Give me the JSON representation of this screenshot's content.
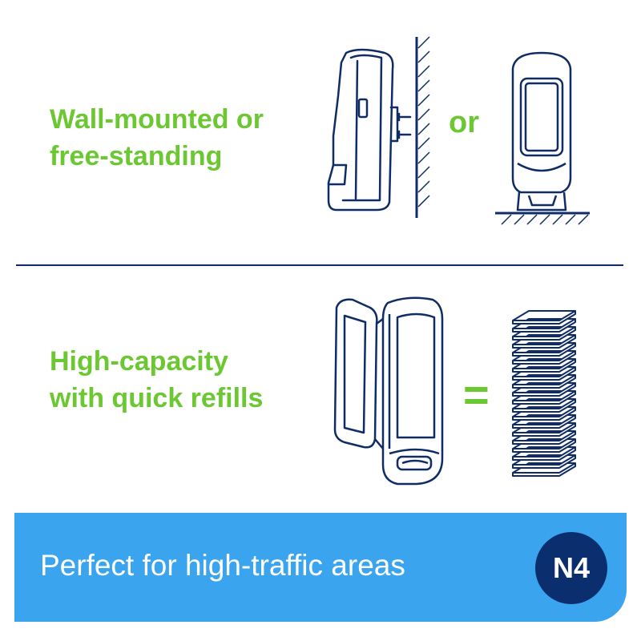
{
  "features": [
    {
      "lines": [
        "Wall-mounted or",
        "free-standing"
      ],
      "connector": "or"
    },
    {
      "lines": [
        "High-capacity",
        "with quick refills"
      ],
      "connector": "="
    }
  ],
  "banner": {
    "text": "Perfect for high-traffic areas",
    "badge": "N4"
  },
  "colors": {
    "green": "#6cc832",
    "navy": "#0f2c66",
    "banner_blue": "#3aa4ee",
    "badge_navy": "#0b2f6e"
  },
  "icons": [
    "wall-mounted-dispenser-icon",
    "free-standing-dispenser-icon",
    "open-dispenser-icon",
    "napkin-stack-icon"
  ]
}
